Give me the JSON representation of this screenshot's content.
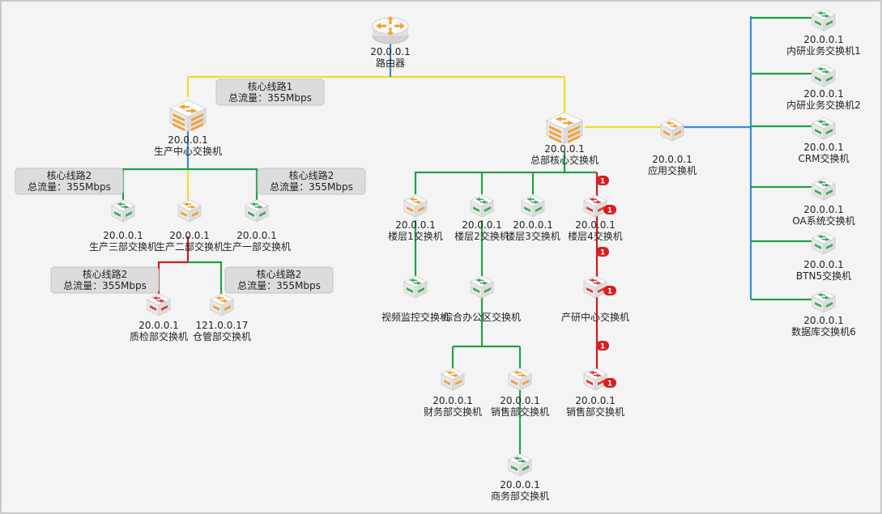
{
  "colors": {
    "yellow": "#f0dc28",
    "blue": "#3a8cc8",
    "green": "#22a046",
    "red": "#c81e1e",
    "orange": "#f5a030",
    "switch_green": "#3caa5a",
    "switch_red": "#d83c3c",
    "label_bg": "#dcdcdc",
    "badge": "#dd1c1c"
  },
  "link_labels": [
    {
      "id": "core1",
      "name": "核心线路1",
      "traffic": "总流量：355Mbps"
    },
    {
      "id": "core2a",
      "name": "核心线路2",
      "traffic": "总流量：355Mbps"
    },
    {
      "id": "core2b",
      "name": "核心线路2",
      "traffic": "总流量：355Mbps"
    },
    {
      "id": "core2c",
      "name": "核心线路2",
      "traffic": "总流量：355Mbps"
    },
    {
      "id": "core2d",
      "name": "核心线路2",
      "traffic": "总流量：355Mbps"
    }
  ],
  "nodes": [
    {
      "id": "router",
      "type": "router",
      "ip": "20.0.0.1",
      "name": "路由器"
    },
    {
      "id": "prod_center",
      "type": "core-orange",
      "ip": "20.0.0.1",
      "name": "生产中心交换机"
    },
    {
      "id": "hq_core",
      "type": "core-orange",
      "ip": "20.0.0.1",
      "name": "总部核心交换机"
    },
    {
      "id": "app_sw",
      "type": "switch-orange",
      "ip": "20.0.0.1",
      "name": "应用交换机"
    },
    {
      "id": "prod3",
      "type": "switch-green",
      "ip": "20.0.0.1",
      "name": "生产三部交换机"
    },
    {
      "id": "prod2",
      "type": "switch-orange",
      "ip": "20.0.0.1",
      "name": "生产二部交换机"
    },
    {
      "id": "prod1",
      "type": "switch-green",
      "ip": "20.0.0.1",
      "name": "生产一部交换机"
    },
    {
      "id": "qc",
      "type": "switch-red",
      "ip": "20.0.0.1",
      "name": "质检部交换机"
    },
    {
      "id": "warehouse",
      "type": "switch-orange",
      "ip": "121.0.0.17",
      "name": "仓管部交换机"
    },
    {
      "id": "floor1",
      "type": "switch-orange",
      "ip": "20.0.0.1",
      "name": "楼层1交换机"
    },
    {
      "id": "floor2",
      "type": "switch-green",
      "ip": "20.0.0.1",
      "name": "楼层2交换机"
    },
    {
      "id": "floor3",
      "type": "switch-green",
      "ip": "20.0.0.1",
      "name": "楼层3交换机"
    },
    {
      "id": "floor4",
      "type": "switch-red",
      "ip": "20.0.0.1",
      "name": "楼层4交换机",
      "badge": "1"
    },
    {
      "id": "video",
      "type": "switch-green",
      "ip": "",
      "name": "视频监控交换机"
    },
    {
      "id": "office",
      "type": "switch-green",
      "ip": "",
      "name": "综合办公区交换机"
    },
    {
      "id": "rnd",
      "type": "switch-red",
      "ip": "",
      "name": "产研中心交换机",
      "badge": "1"
    },
    {
      "id": "finance",
      "type": "switch-orange",
      "ip": "20.0.0.1",
      "name": "财务部交换机"
    },
    {
      "id": "sales1",
      "type": "switch-orange",
      "ip": "20.0.0.1",
      "name": "销售部交换机"
    },
    {
      "id": "sales2",
      "type": "switch-red",
      "ip": "20.0.0.1",
      "name": "销售部交换机",
      "badge": "1"
    },
    {
      "id": "business",
      "type": "switch-green",
      "ip": "20.0.0.1",
      "name": "商务部交换机"
    },
    {
      "id": "rd1",
      "type": "switch-green",
      "ip": "20.0.0.1",
      "name": "内研业务交换机1"
    },
    {
      "id": "rd2",
      "type": "switch-green",
      "ip": "20.0.0.1",
      "name": "内研业务交换机2"
    },
    {
      "id": "crm",
      "type": "switch-green",
      "ip": "20.0.0.1",
      "name": "CRM交换机"
    },
    {
      "id": "oa",
      "type": "switch-green",
      "ip": "20.0.0.1",
      "name": "OA系统交换机"
    },
    {
      "id": "btn5",
      "type": "switch-green",
      "ip": "20.0.0.1",
      "name": "BTN5交换机"
    },
    {
      "id": "db6",
      "type": "switch-green",
      "ip": "20.0.0.1",
      "name": "数据库交换机6"
    }
  ],
  "link_badges": [
    {
      "id": "b_floor4_top",
      "value": "1"
    },
    {
      "id": "b_rnd_top",
      "value": "1"
    },
    {
      "id": "b_sales2_top",
      "value": "1"
    }
  ]
}
